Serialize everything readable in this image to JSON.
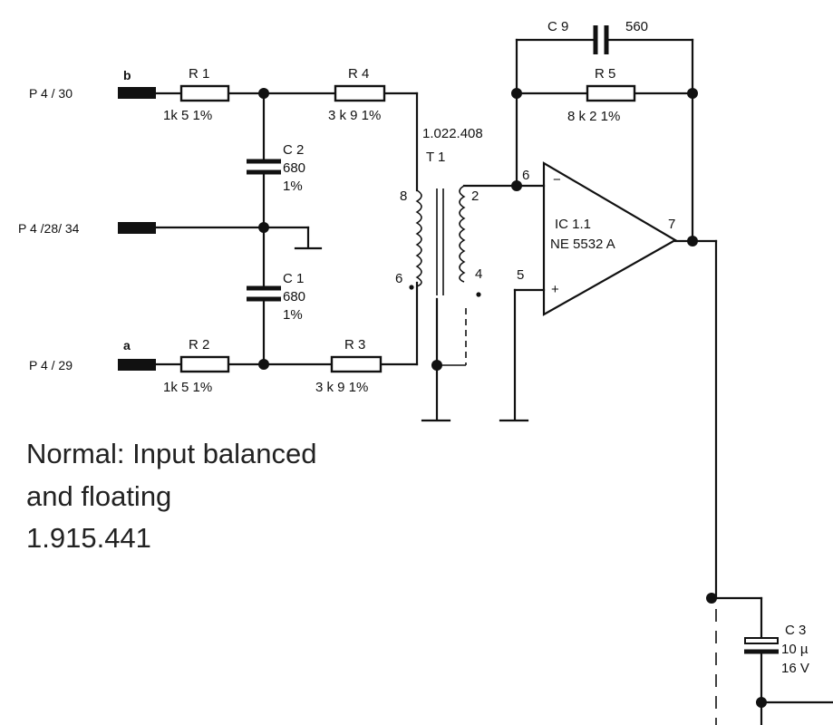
{
  "connectors": {
    "p4_30": "P 4 / 30",
    "p4_28_34": "P 4 /28/ 34",
    "p4_29": "P 4 / 29",
    "b_label": "b",
    "a_label": "a"
  },
  "components": {
    "r1": {
      "ref": "R 1",
      "value": "1k 5  1%"
    },
    "r2": {
      "ref": "R 2",
      "value": "1k 5  1%"
    },
    "r3": {
      "ref": "R 3",
      "value": "3 k 9  1%"
    },
    "r4": {
      "ref": "R 4",
      "value": "3 k 9  1%"
    },
    "r5": {
      "ref": "R 5",
      "value": "8 k 2  1%"
    },
    "c1": {
      "ref": "C 1",
      "value": "680",
      "tol": "1%"
    },
    "c2": {
      "ref": "C 2",
      "value": "680",
      "tol": "1%"
    },
    "c3": {
      "ref": "C 3",
      "value": "10 µ",
      "voltage": "16 V"
    },
    "c9": {
      "ref": "C 9",
      "value": "560"
    },
    "t1": {
      "ref": "T 1",
      "part": "1.022.408",
      "pin8": "8",
      "pin6": "6",
      "pin2": "2",
      "pin4": "4"
    },
    "ic1": {
      "ref": "IC 1.1",
      "part": "NE 5532 A",
      "pin6": "6",
      "pin5": "5",
      "pin7": "7",
      "minus": "−",
      "plus": "+"
    }
  },
  "caption": {
    "line1": "Normal: Input balanced",
    "line2": "and floating",
    "line3": "1.915.441"
  }
}
